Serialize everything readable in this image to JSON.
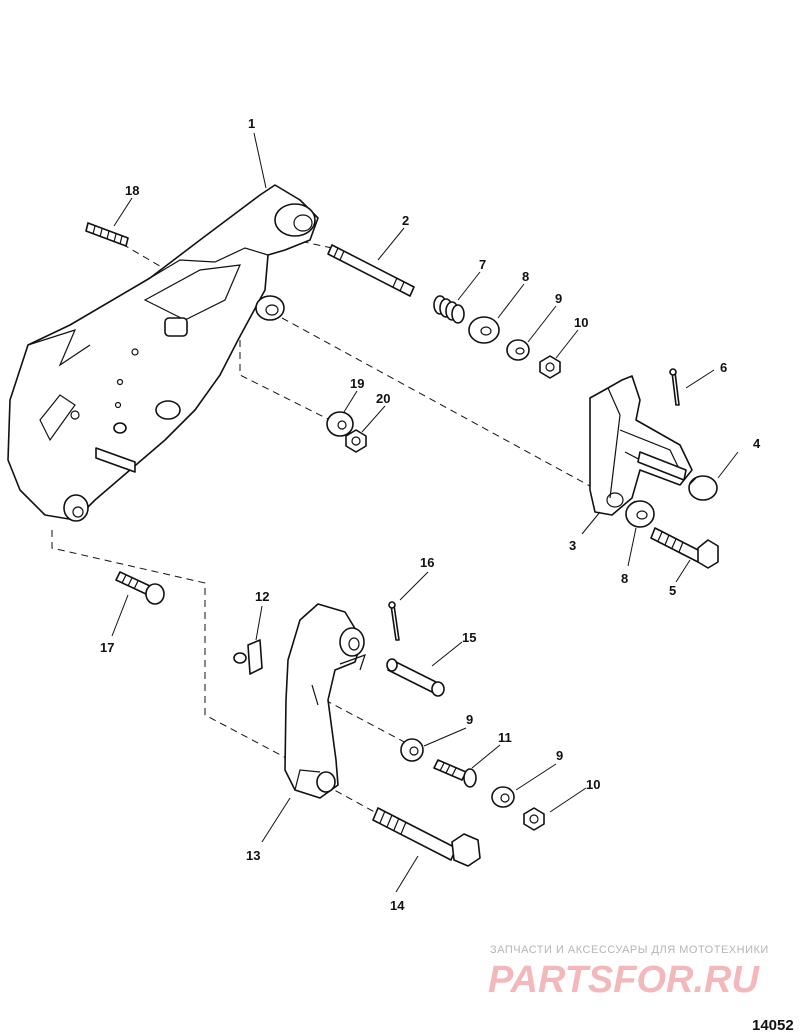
{
  "figure_number": "14052",
  "watermark": {
    "caption": "ЗАПЧАСТИ И АКСЕССУАРЫ ДЛЯ МОТОТЕХНИКИ",
    "logo": "PARTSFOR.RU"
  },
  "callouts": {
    "c1": "1",
    "c2": "2",
    "c3": "3",
    "c4": "4",
    "c5": "5",
    "c6": "6",
    "c7": "7",
    "c8a": "8",
    "c8b": "8",
    "c9a": "9",
    "c9b": "9",
    "c9c": "9",
    "c10a": "10",
    "c10b": "10",
    "c11": "11",
    "c12": "12",
    "c13": "13",
    "c14": "14",
    "c15": "15",
    "c16": "16",
    "c17": "17",
    "c18": "18",
    "c19": "19",
    "c20": "20"
  }
}
